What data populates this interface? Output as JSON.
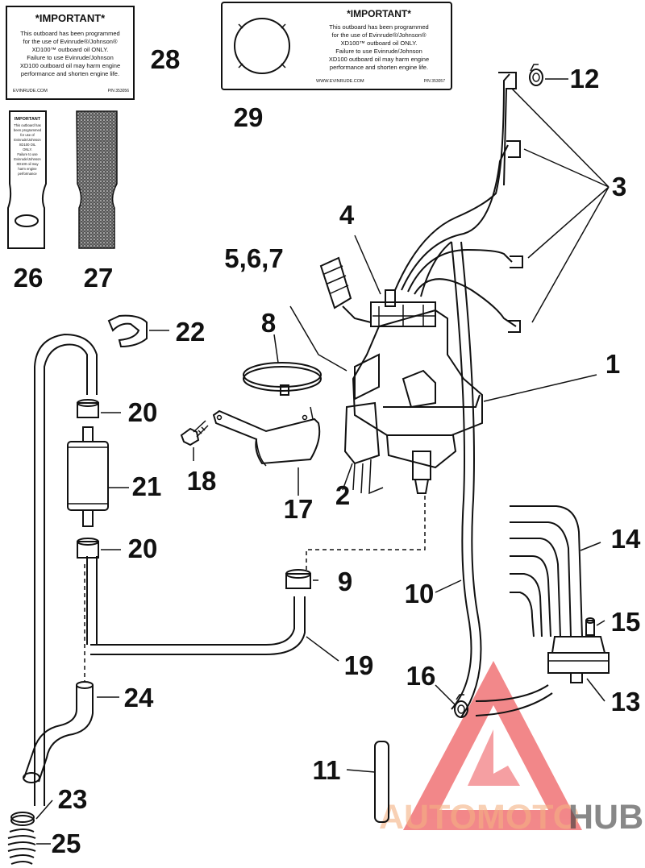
{
  "decal_28": {
    "heading": "*IMPORTANT*",
    "lines": [
      "This outboard has been programmed",
      "for the use of Evinrude®/Johnson®",
      "XD100™ outboard oil ONLY.",
      "Failure to use Evinrude/Johnson",
      "XD100 outboard oil may harm engine",
      "performance and shorten engine life."
    ],
    "footer": "EVINRUDE.COM",
    "part_no": "P/N 353056"
  },
  "decal_29": {
    "heading": "*IMPORTANT*",
    "lines": [
      "This outboard has been programmed",
      "for the use of Evinrude®/Johnson®",
      "XD100™ outboard oil ONLY.",
      "Failure to use Evinrude/Johnson",
      "XD100 outboard oil may harm engine",
      "performance and shorten engine life."
    ],
    "footer": "WWW.EVINRUDE.COM",
    "part_no": "P/N 353057"
  },
  "tag_26": {
    "heading": "IMPORTANT",
    "lines": [
      "This outboard has",
      "been programmed",
      "for use of",
      "Evinrude/Johnson",
      "XD100 OIL",
      "ONLY.",
      "Failure to use",
      "Evinrude/Johnson",
      "XD100 oil may",
      "harm engine",
      "performance"
    ]
  },
  "callouts": {
    "c1": "1",
    "c2": "2",
    "c3": "3",
    "c4": "4",
    "c5_6_7": "5,6,7",
    "c8": "8",
    "c9": "9",
    "c10": "10",
    "c11": "11",
    "c12": "12",
    "c13": "13",
    "c14": "14",
    "c15": "15",
    "c16": "16",
    "c17": "17",
    "c18": "18",
    "c19": "19",
    "c20a": "20",
    "c20b": "20",
    "c21": "21",
    "c22": "22",
    "c23": "23",
    "c24": "24",
    "c25": "25",
    "c26": "26",
    "c27": "27",
    "c28": "28",
    "c29": "29"
  },
  "watermark": {
    "brand_part1": "AUTOMOTO",
    "brand_part2": "HUB",
    "color_primary": "#e8262a",
    "color_secondary": "#f4b183",
    "color_dark": "#3a3a3a"
  }
}
